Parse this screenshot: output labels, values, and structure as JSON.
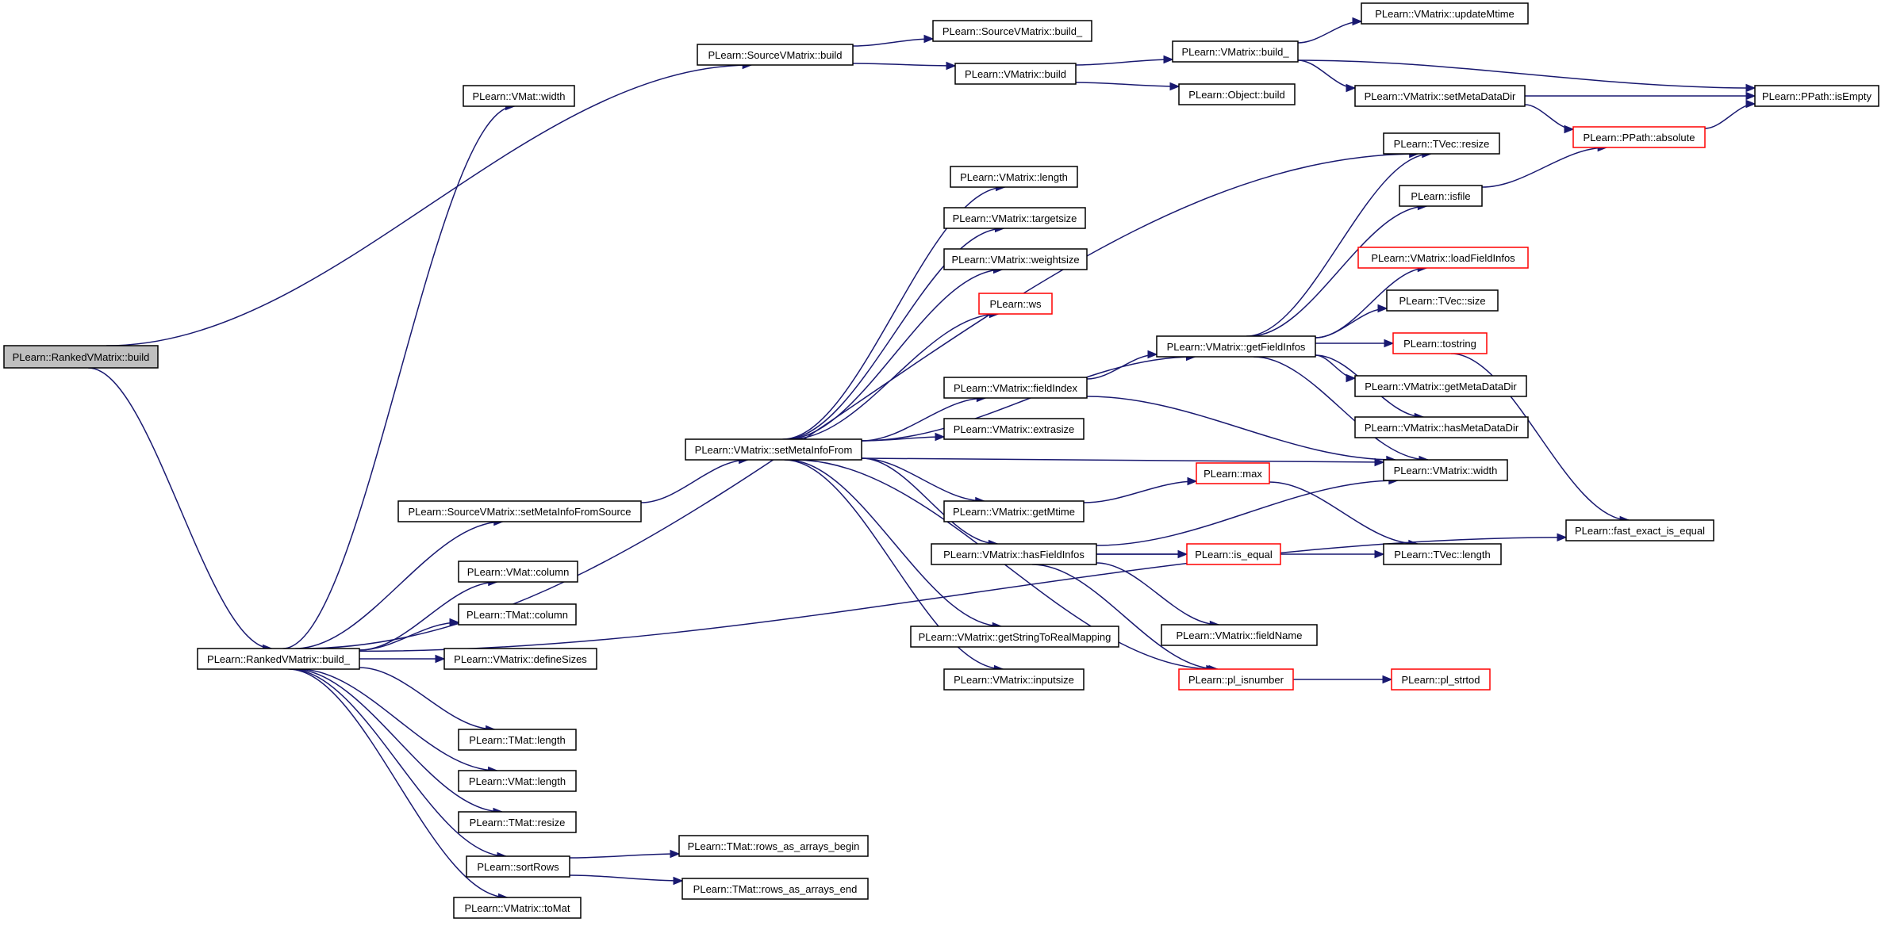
{
  "colors": {
    "edge": "#191970",
    "box_border_normal": "#000000",
    "box_border_truncated": "#ff0000",
    "root_fill": "#bfbfbf",
    "box_fill": "#ffffff"
  },
  "nodes": [
    {
      "id": "n_root",
      "label": "PLearn::RankedVMatrix::build",
      "style": "root"
    },
    {
      "id": "n_src_build",
      "label": "PLearn::SourceVMatrix::build",
      "style": "normal"
    },
    {
      "id": "n_src_build_",
      "label": "PLearn::SourceVMatrix::build_",
      "style": "normal"
    },
    {
      "id": "n_vm_build",
      "label": "PLearn::VMatrix::build",
      "style": "normal"
    },
    {
      "id": "n_vm_build_",
      "label": "PLearn::VMatrix::build_",
      "style": "normal"
    },
    {
      "id": "n_updateMtime",
      "label": "PLearn::VMatrix::updateMtime",
      "style": "normal"
    },
    {
      "id": "n_obj_build",
      "label": "PLearn::Object::build",
      "style": "normal"
    },
    {
      "id": "n_setMetaDataDir",
      "label": "PLearn::VMatrix::setMetaDataDir",
      "style": "normal"
    },
    {
      "id": "n_isEmpty",
      "label": "PLearn::PPath::isEmpty",
      "style": "normal"
    },
    {
      "id": "n_absolute",
      "label": "PLearn::PPath::absolute",
      "style": "truncated"
    },
    {
      "id": "n_vmat_width",
      "label": "PLearn::VMat::width",
      "style": "normal"
    },
    {
      "id": "n_tvec_resize",
      "label": "PLearn::TVec::resize",
      "style": "normal"
    },
    {
      "id": "n_isfile",
      "label": "PLearn::isfile",
      "style": "normal"
    },
    {
      "id": "n_vm_length",
      "label": "PLearn::VMatrix::length",
      "style": "normal"
    },
    {
      "id": "n_targetsize",
      "label": "PLearn::VMatrix::targetsize",
      "style": "normal"
    },
    {
      "id": "n_weightsize",
      "label": "PLearn::VMatrix::weightsize",
      "style": "normal"
    },
    {
      "id": "n_loadFieldInfos",
      "label": "PLearn::VMatrix::loadFieldInfos",
      "style": "truncated"
    },
    {
      "id": "n_tvec_size",
      "label": "PLearn::TVec::size",
      "style": "normal"
    },
    {
      "id": "n_ws",
      "label": "PLearn::ws",
      "style": "truncated"
    },
    {
      "id": "n_getFieldInfos",
      "label": "PLearn::VMatrix::getFieldInfos",
      "style": "normal"
    },
    {
      "id": "n_tostring",
      "label": "PLearn::tostring",
      "style": "truncated"
    },
    {
      "id": "n_fieldIndex",
      "label": "PLearn::VMatrix::fieldIndex",
      "style": "normal"
    },
    {
      "id": "n_getMetaDataDir",
      "label": "PLearn::VMatrix::getMetaDataDir",
      "style": "normal"
    },
    {
      "id": "n_extrasize",
      "label": "PLearn::VMatrix::extrasize",
      "style": "normal"
    },
    {
      "id": "n_hasMetaDataDir",
      "label": "PLearn::VMatrix::hasMetaDataDir",
      "style": "normal"
    },
    {
      "id": "n_setMetaInfoFrom",
      "label": "PLearn::VMatrix::setMetaInfoFrom",
      "style": "normal"
    },
    {
      "id": "n_vm_width",
      "label": "PLearn::VMatrix::width",
      "style": "normal"
    },
    {
      "id": "n_max",
      "label": "PLearn::max",
      "style": "truncated"
    },
    {
      "id": "n_setMetaInfoFromSource",
      "label": "PLearn::SourceVMatrix::setMetaInfoFromSource",
      "style": "normal"
    },
    {
      "id": "n_getMtime",
      "label": "PLearn::VMatrix::getMtime",
      "style": "normal"
    },
    {
      "id": "n_fast_exact",
      "label": "PLearn::fast_exact_is_equal",
      "style": "normal"
    },
    {
      "id": "n_hasFieldInfos",
      "label": "PLearn::VMatrix::hasFieldInfos",
      "style": "normal"
    },
    {
      "id": "n_is_equal",
      "label": "PLearn::is_equal",
      "style": "truncated"
    },
    {
      "id": "n_tvec_length",
      "label": "PLearn::TVec::length",
      "style": "normal"
    },
    {
      "id": "n_vmat_column",
      "label": "PLearn::VMat::column",
      "style": "normal"
    },
    {
      "id": "n_tmat_column",
      "label": "PLearn::TMat::column",
      "style": "normal"
    },
    {
      "id": "n_fieldName",
      "label": "PLearn::VMatrix::fieldName",
      "style": "normal"
    },
    {
      "id": "n_getStringToRealMapping",
      "label": "PLearn::VMatrix::getStringToRealMapping",
      "style": "normal"
    },
    {
      "id": "n_ranked_build_",
      "label": "PLearn::RankedVMatrix::build_",
      "style": "normal"
    },
    {
      "id": "n_defineSizes",
      "label": "PLearn::VMatrix::defineSizes",
      "style": "normal"
    },
    {
      "id": "n_pl_isnumber",
      "label": "PLearn::pl_isnumber",
      "style": "truncated"
    },
    {
      "id": "n_pl_strtod",
      "label": "PLearn::pl_strtod",
      "style": "truncated"
    },
    {
      "id": "n_inputsize",
      "label": "PLearn::VMatrix::inputsize",
      "style": "normal"
    },
    {
      "id": "n_tmat_length",
      "label": "PLearn::TMat::length",
      "style": "normal"
    },
    {
      "id": "n_vmat_length",
      "label": "PLearn::VMat::length",
      "style": "normal"
    },
    {
      "id": "n_tmat_resize",
      "label": "PLearn::TMat::resize",
      "style": "normal"
    },
    {
      "id": "n_sortRows",
      "label": "PLearn::sortRows",
      "style": "normal"
    },
    {
      "id": "n_rows_begin",
      "label": "PLearn::TMat::rows_as_arrays_begin",
      "style": "normal"
    },
    {
      "id": "n_rows_end",
      "label": "PLearn::TMat::rows_as_arrays_end",
      "style": "normal"
    },
    {
      "id": "n_toMat",
      "label": "PLearn::VMatrix::toMat",
      "style": "normal"
    }
  ],
  "edges": [
    {
      "from": "n_root",
      "to": "n_src_build"
    },
    {
      "from": "n_root",
      "to": "n_ranked_build_"
    },
    {
      "from": "n_src_build",
      "to": "n_src_build_"
    },
    {
      "from": "n_src_build",
      "to": "n_vm_build"
    },
    {
      "from": "n_vm_build",
      "to": "n_vm_build_"
    },
    {
      "from": "n_vm_build",
      "to": "n_obj_build"
    },
    {
      "from": "n_vm_build_",
      "to": "n_updateMtime"
    },
    {
      "from": "n_vm_build_",
      "to": "n_isEmpty"
    },
    {
      "from": "n_vm_build_",
      "to": "n_setMetaDataDir"
    },
    {
      "from": "n_setMetaDataDir",
      "to": "n_isEmpty"
    },
    {
      "from": "n_setMetaDataDir",
      "to": "n_absolute"
    },
    {
      "from": "n_absolute",
      "to": "n_isEmpty"
    },
    {
      "from": "n_isfile",
      "to": "n_absolute"
    },
    {
      "from": "n_ranked_build_",
      "to": "n_vmat_width"
    },
    {
      "from": "n_ranked_build_",
      "to": "n_tvec_resize"
    },
    {
      "from": "n_ranked_build_",
      "to": "n_setMetaInfoFromSource"
    },
    {
      "from": "n_ranked_build_",
      "to": "n_vmat_column"
    },
    {
      "from": "n_ranked_build_",
      "to": "n_tmat_column"
    },
    {
      "from": "n_ranked_build_",
      "to": "n_defineSizes"
    },
    {
      "from": "n_ranked_build_",
      "to": "n_fast_exact"
    },
    {
      "from": "n_ranked_build_",
      "to": "n_tmat_length"
    },
    {
      "from": "n_ranked_build_",
      "to": "n_vmat_length"
    },
    {
      "from": "n_ranked_build_",
      "to": "n_tmat_resize"
    },
    {
      "from": "n_ranked_build_",
      "to": "n_sortRows"
    },
    {
      "from": "n_ranked_build_",
      "to": "n_toMat"
    },
    {
      "from": "n_setMetaInfoFromSource",
      "to": "n_setMetaInfoFrom"
    },
    {
      "from": "n_setMetaInfoFrom",
      "to": "n_vm_length"
    },
    {
      "from": "n_setMetaInfoFrom",
      "to": "n_targetsize"
    },
    {
      "from": "n_setMetaInfoFrom",
      "to": "n_weightsize"
    },
    {
      "from": "n_setMetaInfoFrom",
      "to": "n_ws"
    },
    {
      "from": "n_setMetaInfoFrom",
      "to": "n_getFieldInfos"
    },
    {
      "from": "n_setMetaInfoFrom",
      "to": "n_fieldIndex"
    },
    {
      "from": "n_setMetaInfoFrom",
      "to": "n_extrasize"
    },
    {
      "from": "n_setMetaInfoFrom",
      "to": "n_vm_width"
    },
    {
      "from": "n_setMetaInfoFrom",
      "to": "n_getMtime"
    },
    {
      "from": "n_setMetaInfoFrom",
      "to": "n_hasFieldInfos"
    },
    {
      "from": "n_setMetaInfoFrom",
      "to": "n_getStringToRealMapping"
    },
    {
      "from": "n_setMetaInfoFrom",
      "to": "n_inputsize"
    },
    {
      "from": "n_setMetaInfoFrom",
      "to": "n_pl_isnumber"
    },
    {
      "from": "n_getFieldInfos",
      "to": "n_tvec_resize"
    },
    {
      "from": "n_getFieldInfos",
      "to": "n_isfile"
    },
    {
      "from": "n_getFieldInfos",
      "to": "n_loadFieldInfos"
    },
    {
      "from": "n_getFieldInfos",
      "to": "n_tvec_size"
    },
    {
      "from": "n_getFieldInfos",
      "to": "n_tostring"
    },
    {
      "from": "n_getFieldInfos",
      "to": "n_getMetaDataDir"
    },
    {
      "from": "n_getFieldInfos",
      "to": "n_hasMetaDataDir"
    },
    {
      "from": "n_getFieldInfos",
      "to": "n_vm_width"
    },
    {
      "from": "n_fieldIndex",
      "to": "n_getFieldInfos"
    },
    {
      "from": "n_fieldIndex",
      "to": "n_vm_width"
    },
    {
      "from": "n_tostring",
      "to": "n_fast_exact"
    },
    {
      "from": "n_getMtime",
      "to": "n_max"
    },
    {
      "from": "n_max",
      "to": "n_tvec_length"
    },
    {
      "from": "n_hasFieldInfos",
      "to": "n_vm_width"
    },
    {
      "from": "n_hasFieldInfos",
      "to": "n_is_equal"
    },
    {
      "from": "n_hasFieldInfos",
      "to": "n_tvec_length"
    },
    {
      "from": "n_hasFieldInfos",
      "to": "n_fieldName"
    },
    {
      "from": "n_hasFieldInfos",
      "to": "n_pl_isnumber"
    },
    {
      "from": "n_pl_isnumber",
      "to": "n_pl_strtod"
    },
    {
      "from": "n_sortRows",
      "to": "n_rows_begin"
    },
    {
      "from": "n_sortRows",
      "to": "n_rows_end"
    }
  ]
}
